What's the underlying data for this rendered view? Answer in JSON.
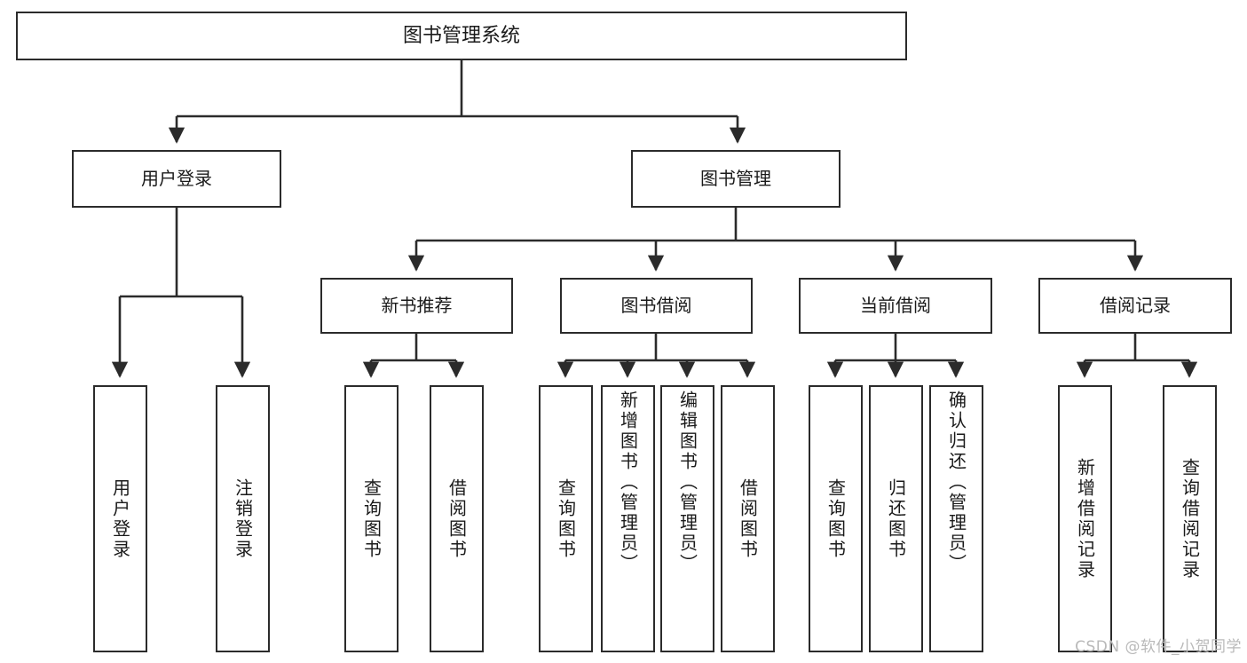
{
  "diagram": {
    "title_node": {
      "label": "图书管理系统"
    },
    "level2": [
      {
        "id": "user-login",
        "label": "用户登录"
      },
      {
        "id": "book-management",
        "label": "图书管理"
      }
    ],
    "level3": [
      {
        "id": "new-book-recommend",
        "label": "新书推荐"
      },
      {
        "id": "book-borrow",
        "label": "图书借阅"
      },
      {
        "id": "current-borrow",
        "label": "当前借阅"
      },
      {
        "id": "borrow-record",
        "label": "借阅记录"
      }
    ],
    "leaves": {
      "user_login": [
        {
          "id": "leaf-user-login",
          "label": "用户登录"
        },
        {
          "id": "leaf-logout-login",
          "label": "注销登录"
        }
      ],
      "new_book_recommend": [
        {
          "id": "leaf-query-book-1",
          "label": "查询图书"
        },
        {
          "id": "leaf-borrow-book-1",
          "label": "借阅图书"
        }
      ],
      "book_borrow": [
        {
          "id": "leaf-query-book-2",
          "label": "查询图书"
        },
        {
          "id": "leaf-add-book",
          "label": "新增图书（管理员）"
        },
        {
          "id": "leaf-edit-book",
          "label": "编辑图书（管理员）"
        },
        {
          "id": "leaf-borrow-book-2",
          "label": "借阅图书"
        }
      ],
      "current_borrow": [
        {
          "id": "leaf-query-book-3",
          "label": "查询图书"
        },
        {
          "id": "leaf-return-book",
          "label": "归还图书"
        },
        {
          "id": "leaf-confirm-return",
          "label": "确认归还（管理员）"
        }
      ],
      "borrow_record": [
        {
          "id": "leaf-add-record",
          "label": "新增借阅记录"
        },
        {
          "id": "leaf-query-record",
          "label": "查询借阅记录"
        }
      ]
    }
  },
  "watermark": {
    "text": "CSDN @软件_小贺同学"
  },
  "colors": {
    "stroke": "#2b2b2b",
    "box_fill": "#ffffff",
    "text": "#1a1a1a",
    "watermark": "#b9b9b9"
  }
}
